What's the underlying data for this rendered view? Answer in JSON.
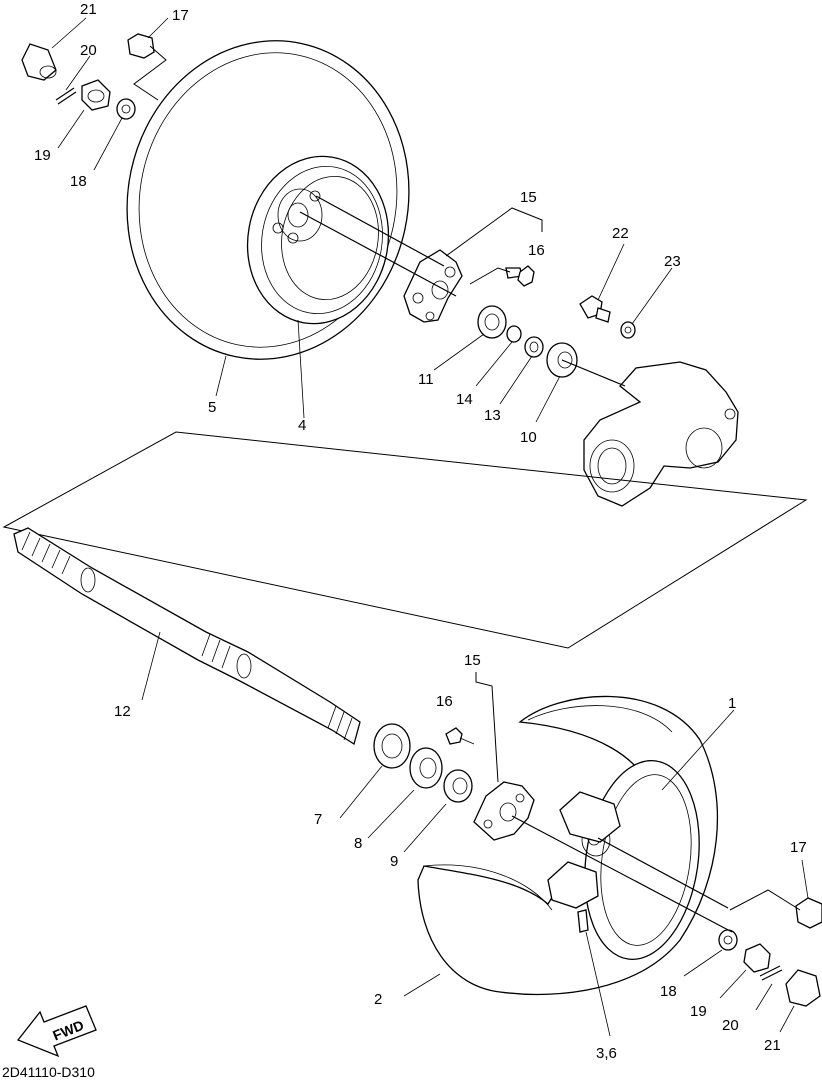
{
  "callouts": {
    "c1": "1",
    "c2": "2",
    "c3_6": "3,6",
    "c4": "4",
    "c5": "5",
    "c7": "7",
    "c8": "8",
    "c9": "9",
    "c10": "10",
    "c11": "11",
    "c12": "12",
    "c13": "13",
    "c14": "14",
    "c15_top": "15",
    "c15_bottom": "15",
    "c16_top": "16",
    "c16_bottom": "16",
    "c17_top": "17",
    "c17_bottom": "17",
    "c18_top": "18",
    "c18_bottom": "18",
    "c19_top": "19",
    "c19_bottom": "19",
    "c20_top": "20",
    "c20_bottom": "20",
    "c21_top": "21",
    "c21_bottom": "21",
    "c22": "22",
    "c23": "23"
  },
  "fwd_label": "FWD",
  "drawing_code": "2D41110-D310"
}
